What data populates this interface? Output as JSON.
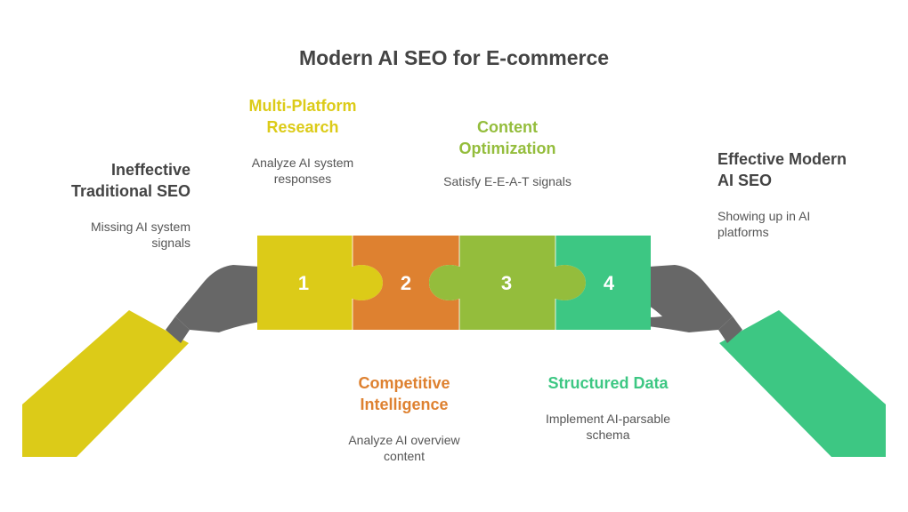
{
  "title": "Modern AI SEO for E-commerce",
  "colors": {
    "yellow": "#DCCB18",
    "orange": "#DE8130",
    "lime": "#94BD3C",
    "green": "#3DC783",
    "hand_gray": "#676767",
    "heading_dark": "#444444",
    "desc_gray": "#555555"
  },
  "left_end": {
    "title_line1": "Ineffective",
    "title_line2": "Traditional SEO",
    "desc_line1": "Missing AI system",
    "desc_line2": "signals"
  },
  "right_end": {
    "title_line1": "Effective Modern",
    "title_line2": "AI SEO",
    "desc_line1": "Showing up in AI",
    "desc_line2": "platforms"
  },
  "steps": [
    {
      "number": "1",
      "title_line1": "Multi-Platform",
      "title_line2": "Research",
      "desc_line1": "Analyze AI system",
      "desc_line2": "responses"
    },
    {
      "number": "2",
      "title_line1": "Competitive",
      "title_line2": "Intelligence",
      "desc_line1": "Analyze AI overview",
      "desc_line2": "content"
    },
    {
      "number": "3",
      "title_line1": "Content",
      "title_line2": "Optimization",
      "desc_line1": "Satisfy E-E-A-T signals",
      "desc_line2": ""
    },
    {
      "number": "4",
      "title_line1": "Structured Data",
      "title_line2": "",
      "desc_line1": "Implement AI-parsable",
      "desc_line2": "schema"
    }
  ]
}
